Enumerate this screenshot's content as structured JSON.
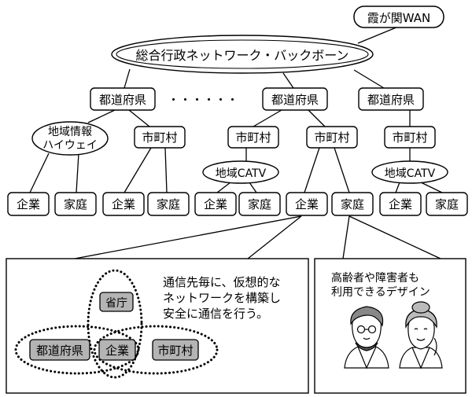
{
  "top": {
    "wan": "霞が関WAN",
    "backbone": "総合行政ネットワーク・バックボーン"
  },
  "prefectures": {
    "left": "都道府県",
    "dots": "・・・・・・",
    "middle": "都道府県",
    "right": "都道府県"
  },
  "second_level": {
    "info_highway_line1": "地域情報",
    "info_highway_line2": "ハイウェイ",
    "municipality_a": "市町村",
    "municipality_b": "市町村",
    "municipality_c": "市町村",
    "municipality_d": "市町村"
  },
  "catv": {
    "left": "地域CATV",
    "right": "地域CATV"
  },
  "endpoints": {
    "e1": "企業",
    "e2": "家庭",
    "e3": "企業",
    "e4": "家庭",
    "e5": "企業",
    "e6": "家庭",
    "e7": "企業",
    "e8": "家庭",
    "e9": "企業",
    "e10": "家庭"
  },
  "vpn_panel": {
    "text_line1": "通信先毎に、仮想的な",
    "text_line2": "ネットワークを構築し",
    "text_line3": "安全に通信を行う。",
    "ministry": "省庁",
    "prefecture": "都道府県",
    "company": "企業",
    "municipality": "市町村"
  },
  "universal_panel": {
    "text_line1": "高齢者や障害者も",
    "text_line2": "利用できるデザイン"
  },
  "colors": {
    "line": "#000000",
    "gray_box": "#b4b4b4",
    "background": "#ffffff"
  }
}
